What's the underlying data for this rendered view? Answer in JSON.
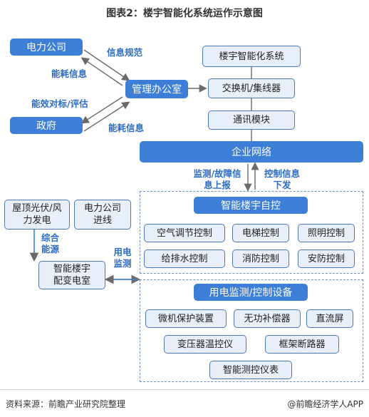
{
  "title": "图表2：楼宇智能化系统运作示意图",
  "nodes": {
    "power_company": "电力公司",
    "government": "政府",
    "management_office": "管理办公室",
    "bas_system": "楼宇智能化系统",
    "switch": "交换机/集线器",
    "comm_module": "通讯模块",
    "enterprise_network": "企业网络",
    "rooftop_pv": "屋顶光伏/风力发电",
    "power_company_line": "电力公司进线",
    "substation": "智能楼宇配变电室",
    "building_control": "智能楼宇自控",
    "control_items": [
      "空气调节控制",
      "电梯控制",
      "照明控制",
      "给排水控制",
      "消防控制",
      "安防控制"
    ],
    "power_monitoring": "用电监测/控制设备",
    "monitor_devices": [
      "微机保护装置",
      "无功补偿器",
      "直流屏",
      "变压器温控仪",
      "框架断路器",
      "智能测控仪表"
    ]
  },
  "edge_labels": {
    "info_regulation": "信息规范",
    "energy_info_1": "能耗信息",
    "efficiency_eval": "能效对标/评估",
    "energy_info_2": "能耗信息",
    "monitor_fault": "监测/故障信息上报",
    "control_info": "控制信息下发",
    "integrated_energy": "综合能源",
    "power_monitoring": "用电监测"
  },
  "footer": {
    "source": "资料来源：前瞻产业研究院整理",
    "brand": "@前瞻经济学人APP"
  },
  "colors": {
    "primary": "#3d7ed6",
    "light_fill": "#e8eff9",
    "label": "#2b6cc7"
  }
}
